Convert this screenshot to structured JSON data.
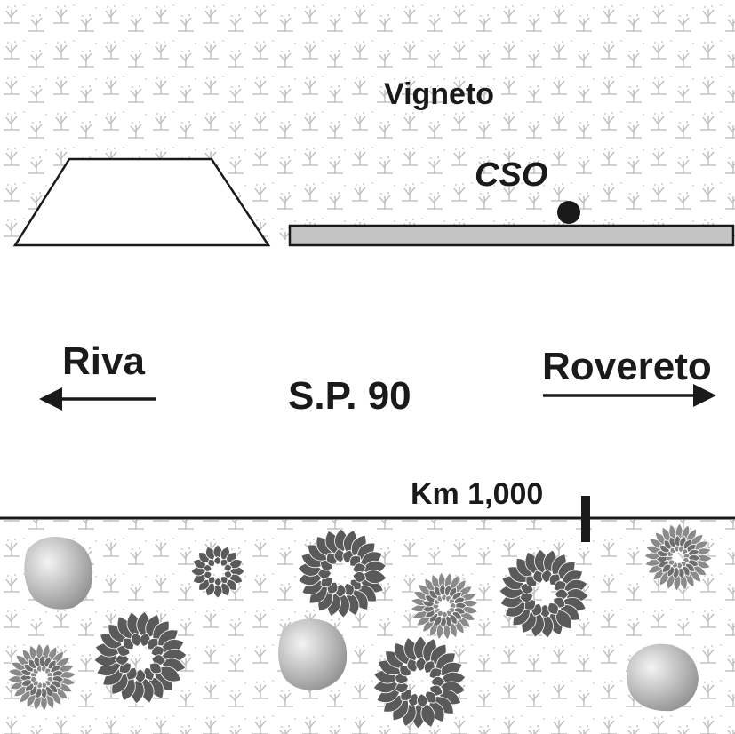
{
  "labels": {
    "vineyard": "Vigneto",
    "station": "CSO",
    "left_direction": "Riva",
    "right_direction": "Rovereto",
    "road": "S.P. 90",
    "kilometer": "Km 1,000"
  },
  "colors": {
    "ink": "#1a1a1a",
    "platform_fill": "#c4c4c4",
    "pattern": "#b8b8b8",
    "shrub_dark": "#5a5a5a",
    "shrub_light": "#8a8a8a",
    "rock_light": "#f4f4f4",
    "rock_dark": "#8e8e8e"
  }
}
